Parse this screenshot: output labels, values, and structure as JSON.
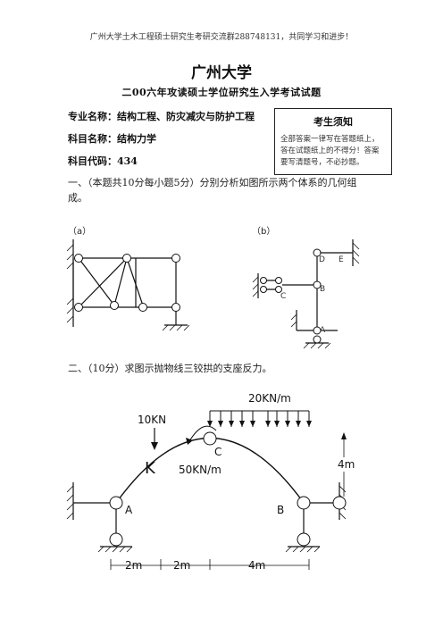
{
  "header_note": "广州大学土木工程硕士研究生考研交流群288748131，共同学习和进步！",
  "university": "广州大学",
  "exam_title": "二00六年攻读硕士学位研究生入学考试试题",
  "info": {
    "major_label": "专业名称：",
    "major_value": "结构工程、防灾减灾与防护工程",
    "subject_label": "科目名称：",
    "subject_value": "结构力学",
    "code_label": "科目代码：",
    "code_value": "434"
  },
  "notice": {
    "title": "考生须知",
    "lines": [
      "全部答案一律写在答题纸上，",
      "答在试题纸上的不得分！答案",
      "要写清题号，不必抄题。"
    ]
  },
  "q1": {
    "line1": "一、（本题共10分每小题5分）分别分析如图所示两个体系的几何组",
    "line2": "成。",
    "label_a": "（a）",
    "label_b": "（b）",
    "fig_b_labels": {
      "D": "D",
      "E": "E",
      "B": "B",
      "C": "C",
      "A": "A"
    }
  },
  "q2": {
    "text": "二、（10分）求图示抛物线三铰拱的支座反力。",
    "load_dist": "20KN/m",
    "load_point": "10KN",
    "moment": "50KN/m",
    "k_label": "K",
    "a_label": "A",
    "b_label": "B",
    "c_label": "C",
    "height": "4m",
    "dims": [
      "2m",
      "2m",
      "4m"
    ]
  }
}
